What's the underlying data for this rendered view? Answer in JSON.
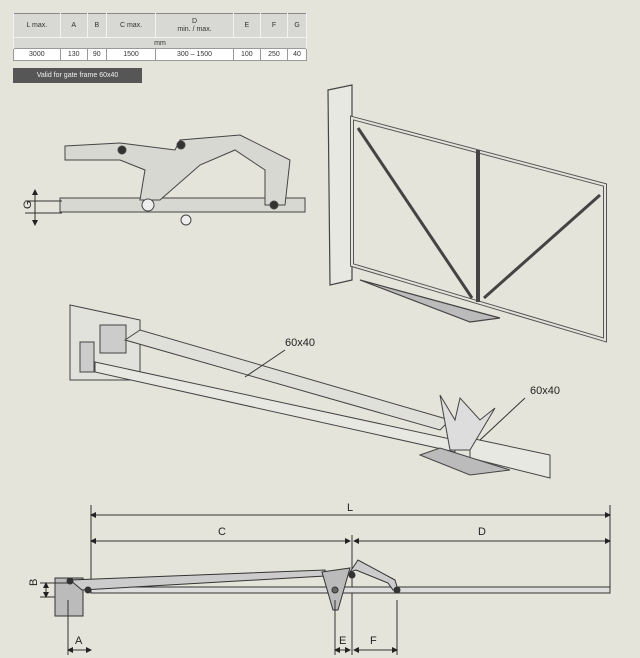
{
  "table": {
    "headers": [
      "L max.",
      "A",
      "B",
      "C max.",
      "D",
      "E",
      "F",
      "G"
    ],
    "header_sub": "min. / max.",
    "unit": "mm",
    "values": [
      "3000",
      "130",
      "90",
      "1500",
      "300 – 1500",
      "100",
      "250",
      "40"
    ]
  },
  "badge": "Valid for gate frame 60x40",
  "diagram_top": {
    "g_label": "G"
  },
  "diagram_middle": {
    "frame_label_1": "60x40",
    "frame_label_2": "60x40"
  },
  "diagram_bottom": {
    "L": "L",
    "C": "C",
    "D": "D",
    "A": "A",
    "B": "B",
    "E": "E",
    "F": "F"
  }
}
